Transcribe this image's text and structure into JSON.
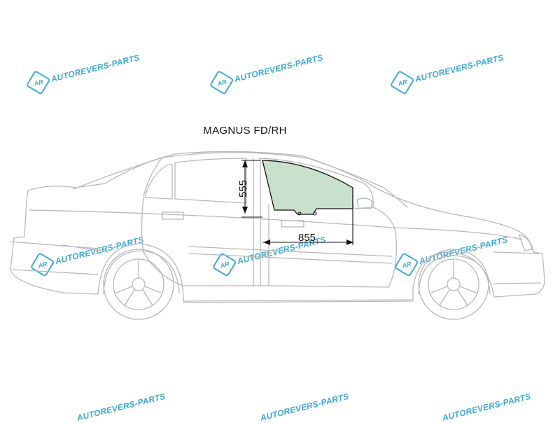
{
  "title": "MAGNUS FD/RH",
  "dimensions": {
    "height": "555",
    "width": "855"
  },
  "watermark": {
    "logo": "AR",
    "text": "AUTOREVERS-PARTS"
  },
  "colors": {
    "glass": "#c8e0cc",
    "outline": "#b8b8b8",
    "watermark": "#3fa9d8"
  }
}
